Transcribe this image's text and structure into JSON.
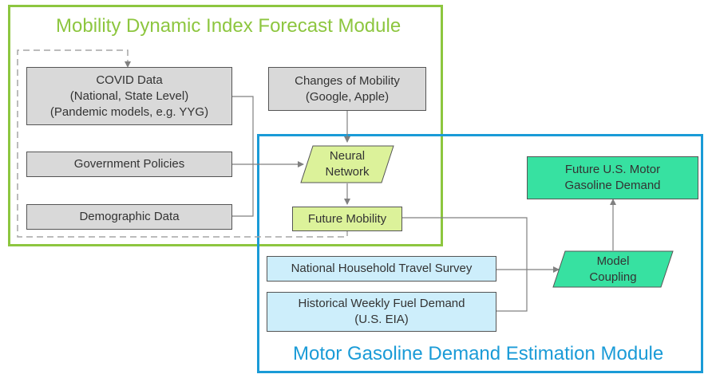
{
  "modules": {
    "forecast_title": "Mobility Dynamic Index Forecast Module",
    "estimation_title": "Motor Gasoline Demand Estimation Module"
  },
  "nodes": {
    "covid": {
      "line1": "COVID Data",
      "line2": "(National, State Level)",
      "line3": "(Pandemic models, e.g. YYG)"
    },
    "gov": {
      "line1": "Government Policies"
    },
    "demo": {
      "line1": "Demographic Data"
    },
    "mobility_changes": {
      "line1": "Changes of Mobility",
      "line2": "(Google, Apple)"
    },
    "neural": {
      "line1": "Neural",
      "line2": "Network"
    },
    "future_mobility": {
      "line1": "Future Mobility"
    },
    "nhts": {
      "line1": "National Household Travel Survey"
    },
    "fuel": {
      "line1": "Historical Weekly Fuel Demand",
      "line2": "(U.S. EIA)"
    },
    "coupling": {
      "line1": "Model",
      "line2": "Coupling"
    },
    "gasoline": {
      "line1": "Future U.S. Motor",
      "line2": "Gasoline Demand"
    }
  },
  "colors": {
    "forecast_frame": "#8dc63f",
    "estimation_frame": "#1a9bd7",
    "gray_box": "#d9d9d9",
    "blue_box": "#cdeefb",
    "lime_box": "#dcf29a",
    "teal_box": "#37e1a1"
  }
}
